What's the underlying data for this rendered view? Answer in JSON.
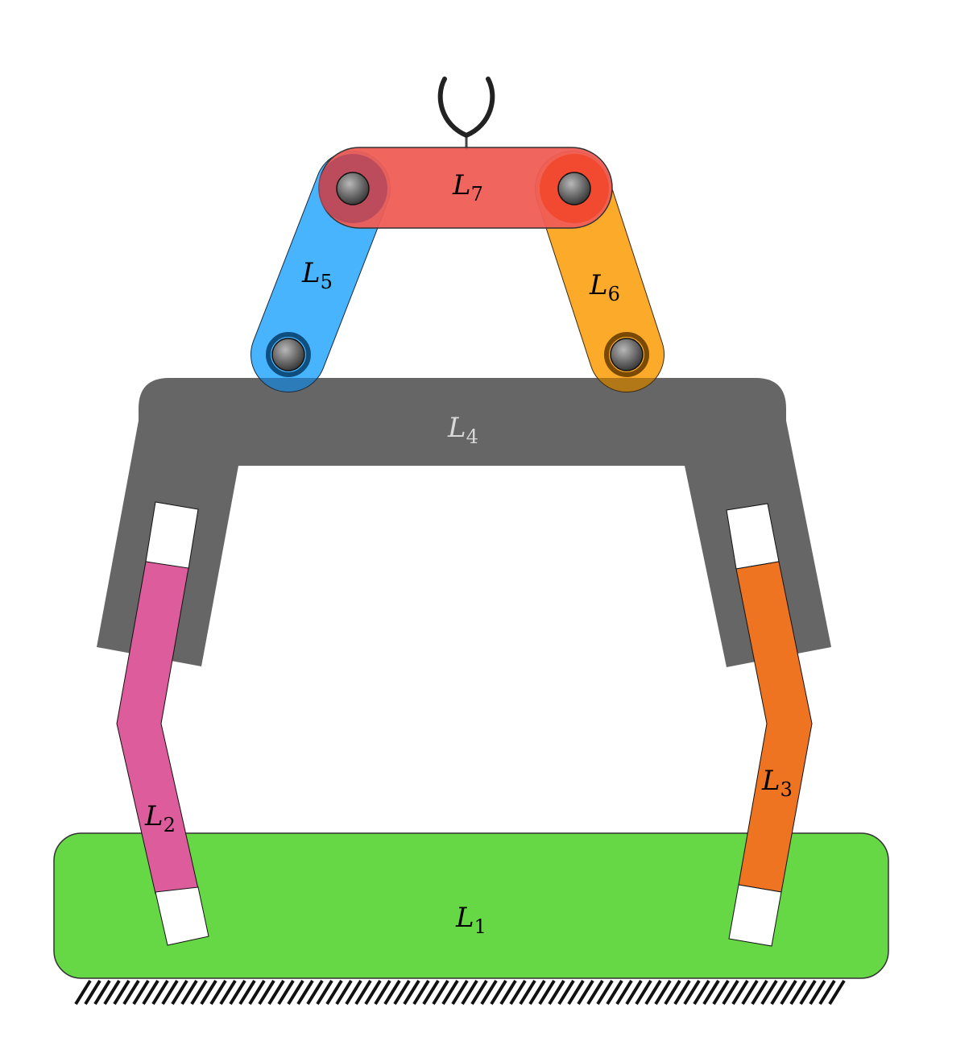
{
  "links": {
    "L1": {
      "label": "L",
      "sub": "1",
      "color": "#66d845"
    },
    "L2": {
      "label": "L",
      "sub": "2",
      "color": "#dd5c9c"
    },
    "L3": {
      "label": "L",
      "sub": "3",
      "color": "#ef7422"
    },
    "L4": {
      "label": "L",
      "sub": "4",
      "color": "#666666",
      "label_color": "#d8d8d8"
    },
    "L5": {
      "label": "L",
      "sub": "5",
      "color": "#49b4fe"
    },
    "L6": {
      "label": "L",
      "sub": "6",
      "color": "#fbaa2a"
    },
    "L7": {
      "label": "L",
      "sub": "7",
      "color": "#ef5d55"
    }
  },
  "colors": {
    "slider_white": "#ffffff",
    "outline": "#111111",
    "joint_fill": "#6b6b6b",
    "ground_hatch": "#111111"
  }
}
